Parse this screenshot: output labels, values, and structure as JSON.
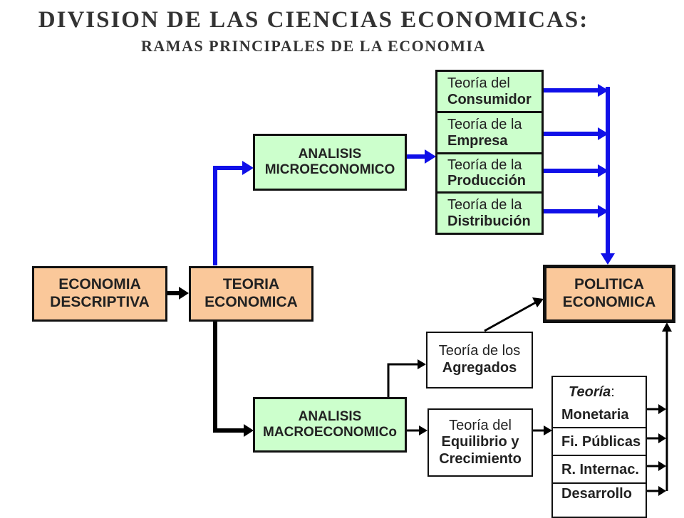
{
  "title": {
    "line1": "DIVISION  DE  LAS  CIENCIAS  ECONOMICAS:",
    "line2": "RAMAS  PRINCIPALES  DE  LA  ECONOMIA"
  },
  "boxes": {
    "economia_descriptiva": [
      "ECONOMIA",
      "DESCRIPTIVA"
    ],
    "teoria_economica": [
      "TEORIA",
      "ECONOMICA"
    ],
    "analisis_micro": [
      "ANALISIS",
      "MICROECONOMICO"
    ],
    "analisis_macro": [
      "ANALISIS",
      "MACROECONOMICo"
    ],
    "politica_economica": [
      "POLITICA",
      "ECONOMICA"
    ]
  },
  "micro_branches": [
    {
      "line1": "Teoría del",
      "line2": "Consumidor"
    },
    {
      "line1": "Teoría de la",
      "line2": "Empresa"
    },
    {
      "line1": "Teoría de la",
      "line2": "Producción"
    },
    {
      "line1": "Teoría de la",
      "line2": "Distribución"
    }
  ],
  "macro_branches": {
    "agregados": {
      "line1": "Teoría de los",
      "line2": "Agregados"
    },
    "equilibrio": {
      "line1": "Teoría del",
      "line2": "Equilibrio y",
      "line3": "Crecimiento"
    }
  },
  "teoria_list": {
    "header_italic": "Teoría",
    "header_rest": " :",
    "items": [
      "Monetaria",
      "Fi. Públicas",
      "R. Internac.",
      "Desarrollo"
    ]
  },
  "colors": {
    "green_box": "#ccffcc",
    "peach_box": "#fac89a",
    "blue_arrow": "#1010e8",
    "black_arrow": "#000000"
  }
}
